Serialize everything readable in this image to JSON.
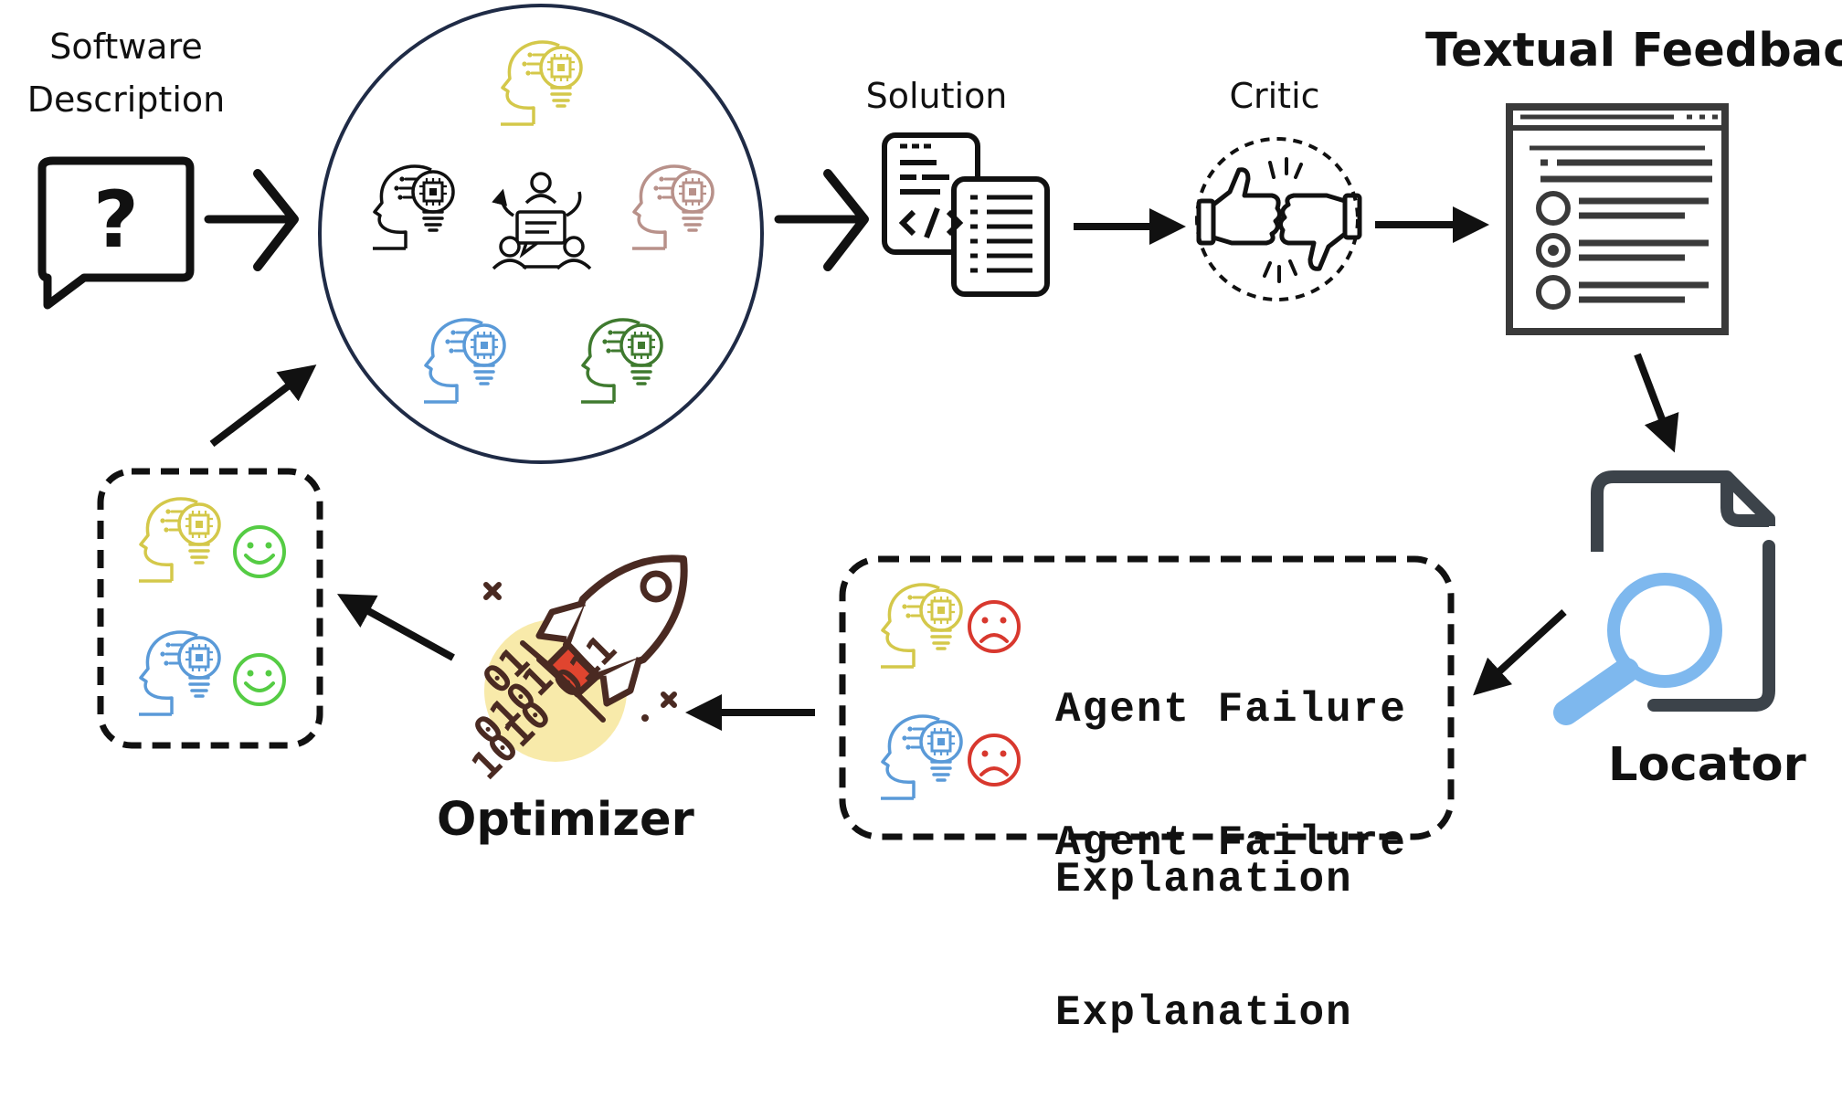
{
  "labels": {
    "software_description_line1": "Software",
    "software_description_line2": "Description",
    "question_mark": "?",
    "solution": "Solution",
    "critic": "Critic",
    "textual_feedback": "Textual Feedback",
    "locator": "Locator",
    "optimizer": "Optimizer",
    "binary_top": "01",
    "binary_mid": "0101",
    "binary_bot": "1010 011"
  },
  "failure_box": {
    "items": [
      {
        "line1": "Agent Failure",
        "line2": "Explanation"
      },
      {
        "line1": "Agent Failure",
        "line2": "Explanation"
      }
    ]
  },
  "colors": {
    "agent_yellow": "#d4c84a",
    "agent_black": "#111111",
    "agent_rose": "#b8918a",
    "agent_blue": "#5a9ad8",
    "agent_green": "#3f7a2f",
    "happy_face": "#55cc44",
    "sad_face": "#d8382e",
    "magnifier": "#7eb8ee",
    "doc_gray": "#3c434a",
    "rocket_brown": "#4a2a22",
    "rocket_red": "#e0452f",
    "rocket_glow": "#f8eaaa"
  },
  "icons": [
    "speech-bubble-question-icon",
    "agent-head-bulb-icon",
    "team-discussion-icon",
    "code-document-icon",
    "thumbs-up-down-icon",
    "feedback-form-icon",
    "file-search-icon",
    "rocket-icon",
    "happy-face-icon",
    "sad-face-icon"
  ]
}
